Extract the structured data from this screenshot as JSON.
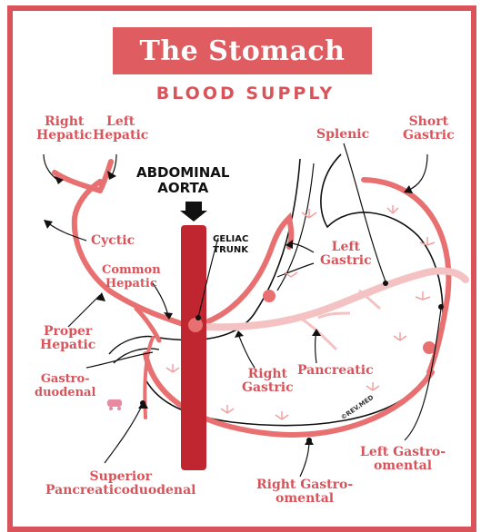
{
  "title": "The Stomach",
  "subtitle": "BLOOD SUPPLY",
  "watermark": "©REV.MED",
  "colors": {
    "accent": "#d9545a",
    "vessel": "#e87070",
    "aorta": "#c0262f",
    "pale": "#f4c2c2"
  },
  "labels": {
    "right_hepatic": "Right\nHepatic",
    "left_hepatic": "Left\nHepatic",
    "abdominal_aorta": "ABDOMINAL\nAORTA",
    "celiac_trunk": "CELIAC\nTRUNK",
    "splenic": "Splenic",
    "short_gastric": "Short\nGastric",
    "cyctic": "Cyctic",
    "common_hepatic": "Common\nHepatic",
    "left_gastric": "Left\nGastric",
    "proper_hepatic": "Proper\nHepatic",
    "gastroduodenal": "Gastro-\nduodenal",
    "right_gastric": "Right\nGastric",
    "pancreatic": "Pancreatic",
    "superior_pancreaticoduodenal": "Superior\nPancreaticoduodenal",
    "right_gastroomental": "Right Gastro-\nomental",
    "left_gastroomental": "Left Gastro-\nomental"
  }
}
